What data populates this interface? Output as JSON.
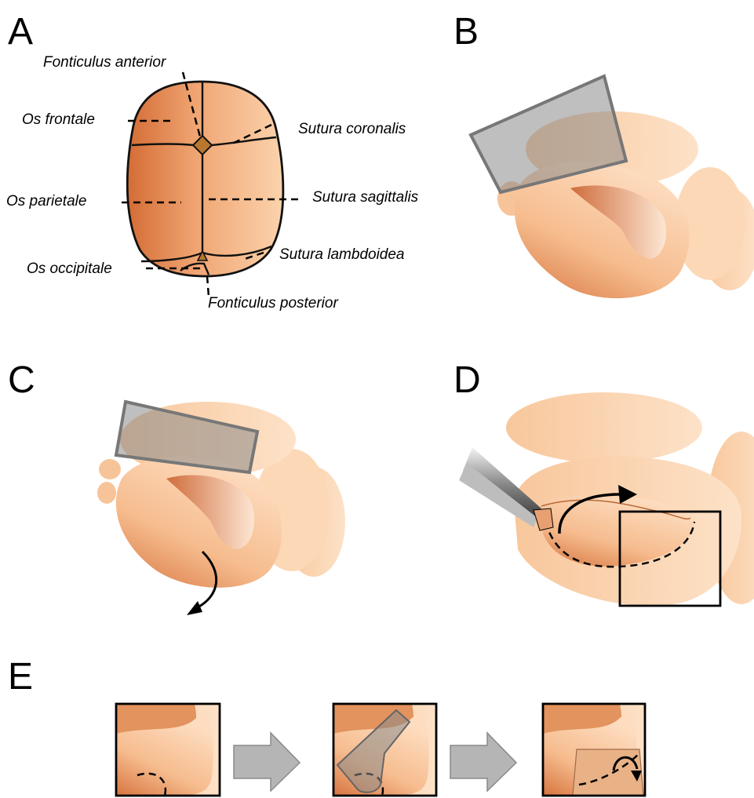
{
  "panels": {
    "a": {
      "letter": "A",
      "labels": {
        "fonticulus_anterior": "Fonticulus anterior",
        "os_frontale": "Os frontale",
        "sutura_coronalis": "Sutura coronalis",
        "os_parietale": "Os parietale",
        "sutura_sagittalis": "Sutura sagittalis",
        "sutura_lambdoidea": "Sutura lambdoidea",
        "os_occipitale": "Os occipitale",
        "fonticulus_posterior": "Fonticulus posterior"
      }
    },
    "b": {
      "letter": "B"
    },
    "c": {
      "letter": "C"
    },
    "d": {
      "letter": "D"
    },
    "e": {
      "letter": "E",
      "step_count": 3
    }
  },
  "colors": {
    "skin_light": "#fcd7b4",
    "skin_mid": "#f4b888",
    "skin_dark": "#d2703b",
    "plate_gray": "#8c8c8c",
    "arrow_gray": "#b5b5b5"
  },
  "icons": [
    "rotate-arrow-icon",
    "curved-arrow-icon",
    "right-arrow-icon",
    "forceps-icon"
  ]
}
